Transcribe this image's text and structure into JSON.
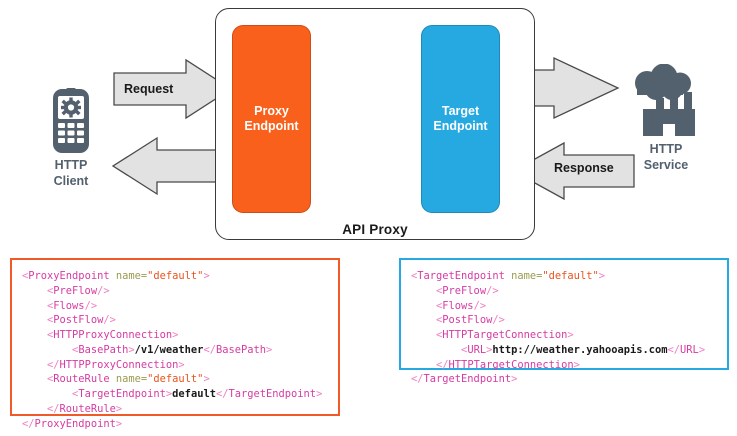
{
  "diagram": {
    "container_label": "API Proxy",
    "proxy_endpoint_label": "Proxy\nEndpoint",
    "target_endpoint_label": "Target\nEndpoint",
    "client_label": "HTTP\nClient",
    "service_label": "HTTP\nService",
    "request_label": "Request",
    "response_label": "Response",
    "icons": {
      "client": "mobile-phone-gear-icon",
      "service": "factory-cloud-icon"
    },
    "colors": {
      "proxy_endpoint": "#f9601b",
      "target_endpoint": "#26a9e0",
      "arrow_fill": "#e2e2e2",
      "arrow_stroke": "#4a4a4a",
      "node_label": "#53606e",
      "container_border": "#3a3a3a"
    }
  },
  "code_blocks": [
    {
      "name": "proxy-endpoint-config",
      "border_color": "#f05a28",
      "lines": [
        [
          {
            "t": "b",
            "s": "<"
          },
          {
            "t": "t",
            "s": "ProxyEndpoint"
          },
          {
            "t": "a",
            "s": " name="
          },
          {
            "t": "v",
            "s": "\"default\""
          },
          {
            "t": "b",
            "s": ">"
          }
        ],
        [
          {
            "t": "b",
            "s": "    <"
          },
          {
            "t": "t",
            "s": "PreFlow"
          },
          {
            "t": "b",
            "s": "/>"
          }
        ],
        [
          {
            "t": "b",
            "s": "    <"
          },
          {
            "t": "t",
            "s": "Flows"
          },
          {
            "t": "b",
            "s": "/>"
          }
        ],
        [
          {
            "t": "b",
            "s": "    <"
          },
          {
            "t": "t",
            "s": "PostFlow"
          },
          {
            "t": "b",
            "s": "/>"
          }
        ],
        [
          {
            "t": "b",
            "s": "    <"
          },
          {
            "t": "t",
            "s": "HTTPProxyConnection"
          },
          {
            "t": "b",
            "s": ">"
          }
        ],
        [
          {
            "t": "b",
            "s": "        <"
          },
          {
            "t": "t",
            "s": "BasePath"
          },
          {
            "t": "b",
            "s": ">"
          },
          {
            "t": "x",
            "s": "/v1/weather"
          },
          {
            "t": "b",
            "s": "</"
          },
          {
            "t": "t",
            "s": "BasePath"
          },
          {
            "t": "b",
            "s": ">"
          }
        ],
        [
          {
            "t": "b",
            "s": "    </"
          },
          {
            "t": "t",
            "s": "HTTPProxyConnection"
          },
          {
            "t": "b",
            "s": ">"
          }
        ],
        [
          {
            "t": "b",
            "s": "    <"
          },
          {
            "t": "t",
            "s": "RouteRule"
          },
          {
            "t": "a",
            "s": " name="
          },
          {
            "t": "v",
            "s": "\"default\""
          },
          {
            "t": "b",
            "s": ">"
          }
        ],
        [
          {
            "t": "b",
            "s": "        <"
          },
          {
            "t": "t",
            "s": "TargetEndpoint"
          },
          {
            "t": "b",
            "s": ">"
          },
          {
            "t": "x",
            "s": "default"
          },
          {
            "t": "b",
            "s": "</"
          },
          {
            "t": "t",
            "s": "TargetEndpoint"
          },
          {
            "t": "b",
            "s": ">"
          }
        ],
        [
          {
            "t": "b",
            "s": "    </"
          },
          {
            "t": "t",
            "s": "RouteRule"
          },
          {
            "t": "b",
            "s": ">"
          }
        ],
        [
          {
            "t": "b",
            "s": "</"
          },
          {
            "t": "t",
            "s": "ProxyEndpoint"
          },
          {
            "t": "b",
            "s": ">"
          }
        ]
      ]
    },
    {
      "name": "target-endpoint-config",
      "border_color": "#26a9e0",
      "lines": [
        [
          {
            "t": "b",
            "s": "<"
          },
          {
            "t": "t",
            "s": "TargetEndpoint"
          },
          {
            "t": "a",
            "s": " name="
          },
          {
            "t": "v",
            "s": "\"default\""
          },
          {
            "t": "b",
            "s": ">"
          }
        ],
        [
          {
            "t": "b",
            "s": "    <"
          },
          {
            "t": "t",
            "s": "PreFlow"
          },
          {
            "t": "b",
            "s": "/>"
          }
        ],
        [
          {
            "t": "b",
            "s": "    <"
          },
          {
            "t": "t",
            "s": "Flows"
          },
          {
            "t": "b",
            "s": "/>"
          }
        ],
        [
          {
            "t": "b",
            "s": "    <"
          },
          {
            "t": "t",
            "s": "PostFlow"
          },
          {
            "t": "b",
            "s": "/>"
          }
        ],
        [
          {
            "t": "b",
            "s": "    <"
          },
          {
            "t": "t",
            "s": "HTTPTargetConnection"
          },
          {
            "t": "b",
            "s": ">"
          }
        ],
        [
          {
            "t": "b",
            "s": "        <"
          },
          {
            "t": "t",
            "s": "URL"
          },
          {
            "t": "b",
            "s": ">"
          },
          {
            "t": "x",
            "s": "http://weather.yahooapis.com"
          },
          {
            "t": "b",
            "s": "</"
          },
          {
            "t": "t",
            "s": "URL"
          },
          {
            "t": "b",
            "s": ">"
          }
        ],
        [
          {
            "t": "b",
            "s": "    </"
          },
          {
            "t": "t",
            "s": "HTTPTargetConnection"
          },
          {
            "t": "b",
            "s": ">"
          }
        ],
        [
          {
            "t": "b",
            "s": "</"
          },
          {
            "t": "t",
            "s": "TargetEndpoint"
          },
          {
            "t": "b",
            "s": ">"
          }
        ]
      ]
    }
  ]
}
